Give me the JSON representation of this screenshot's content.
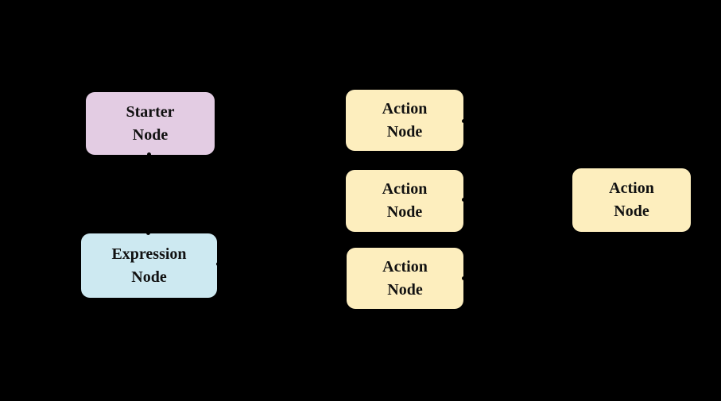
{
  "diagram": {
    "background_color": "#000000",
    "text_color": "#111111",
    "nodes": [
      {
        "id": "starter",
        "type": "starter",
        "fill": "#e3cce3",
        "label_line1": "Starter",
        "label_line2": "Node"
      },
      {
        "id": "expression",
        "type": "expression",
        "fill": "#cde9f1",
        "label_line1": "Expression",
        "label_line2": "Node"
      },
      {
        "id": "action-1",
        "type": "action",
        "fill": "#fdeebe",
        "label_line1": "Action",
        "label_line2": "Node"
      },
      {
        "id": "action-2",
        "type": "action",
        "fill": "#fdeebe",
        "label_line1": "Action",
        "label_line2": "Node"
      },
      {
        "id": "action-3",
        "type": "action",
        "fill": "#fdeebe",
        "label_line1": "Action",
        "label_line2": "Node"
      },
      {
        "id": "action-right",
        "type": "action",
        "fill": "#fdeebe",
        "label_line1": "Action",
        "label_line2": "Node"
      }
    ],
    "connector_color": "#000000"
  }
}
